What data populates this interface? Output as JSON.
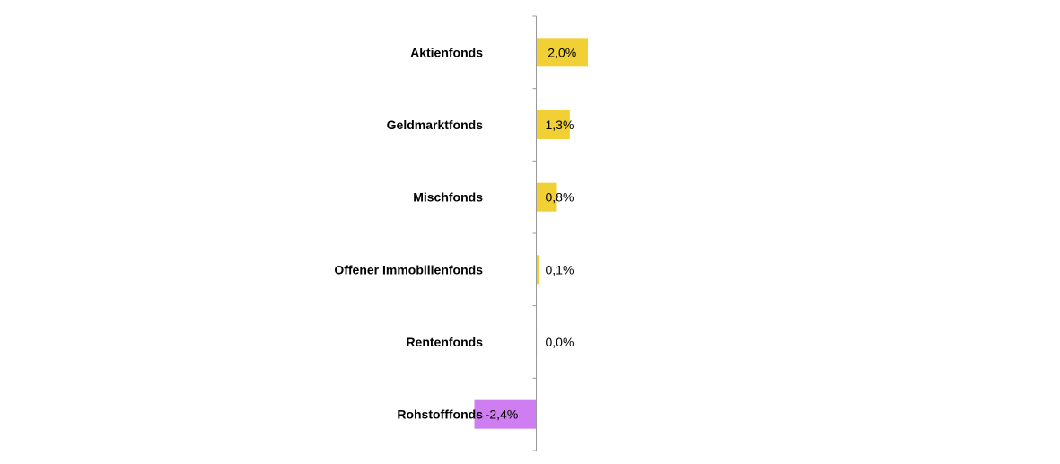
{
  "chart_data": {
    "type": "bar",
    "orientation": "horizontal",
    "categories": [
      "Aktienfonds",
      "Geldmarktfonds",
      "Mischfonds",
      "Offener Immobilienfonds",
      "Rentenfonds",
      "Rohstofffonds"
    ],
    "values": [
      2.0,
      1.3,
      0.8,
      0.1,
      0.0,
      -2.4
    ],
    "value_labels": [
      "2,0%",
      "1,3%",
      "0,8%",
      "0,1%",
      "0,0%",
      "-2,4%"
    ],
    "unit": "%",
    "colors": {
      "positive": "#f0d034",
      "negative": "#cf7ef2",
      "axis": "#999999"
    },
    "grid": false,
    "legend": "none"
  }
}
